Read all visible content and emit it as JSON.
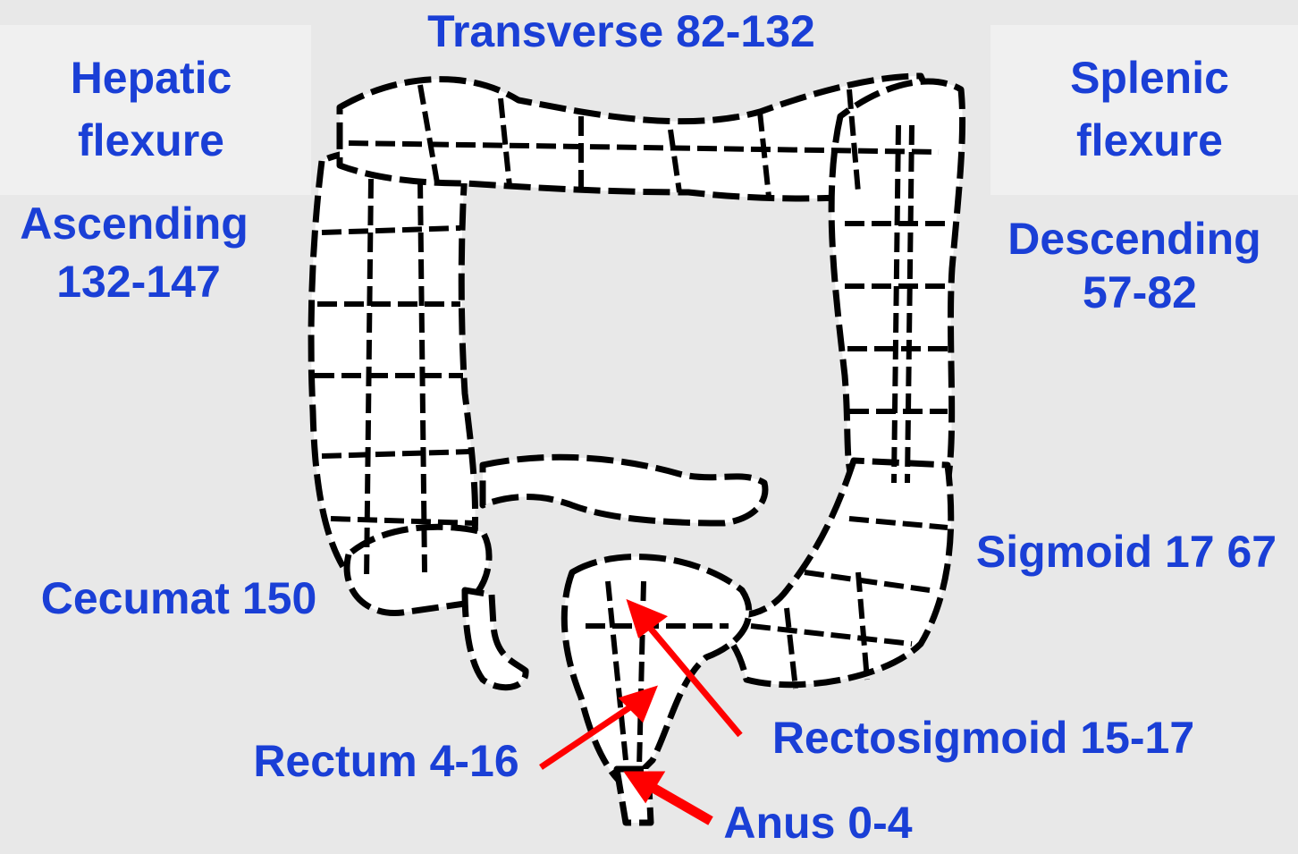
{
  "labels": {
    "transverse": "Transverse  82-132",
    "hepatic_line1": "Hepatic",
    "hepatic_line2": "flexure",
    "splenic_line1": "Splenic",
    "splenic_line2": "flexure",
    "ascending_line1": "Ascending",
    "ascending_line2": "132-147",
    "descending_line1": "Descending",
    "descending_line2": "57-82",
    "sigmoid": "Sigmoid  17 67",
    "cecum": "Cecumat 150",
    "rectosigmoid": "Rectosigmoid  15-17",
    "rectum": "Rectum 4-16",
    "anus": "Anus 0-4"
  },
  "colors": {
    "label_text": "#1a3fd6",
    "arrow": "#ff0000",
    "outline": "#000000",
    "background": "#e8e8e8"
  }
}
